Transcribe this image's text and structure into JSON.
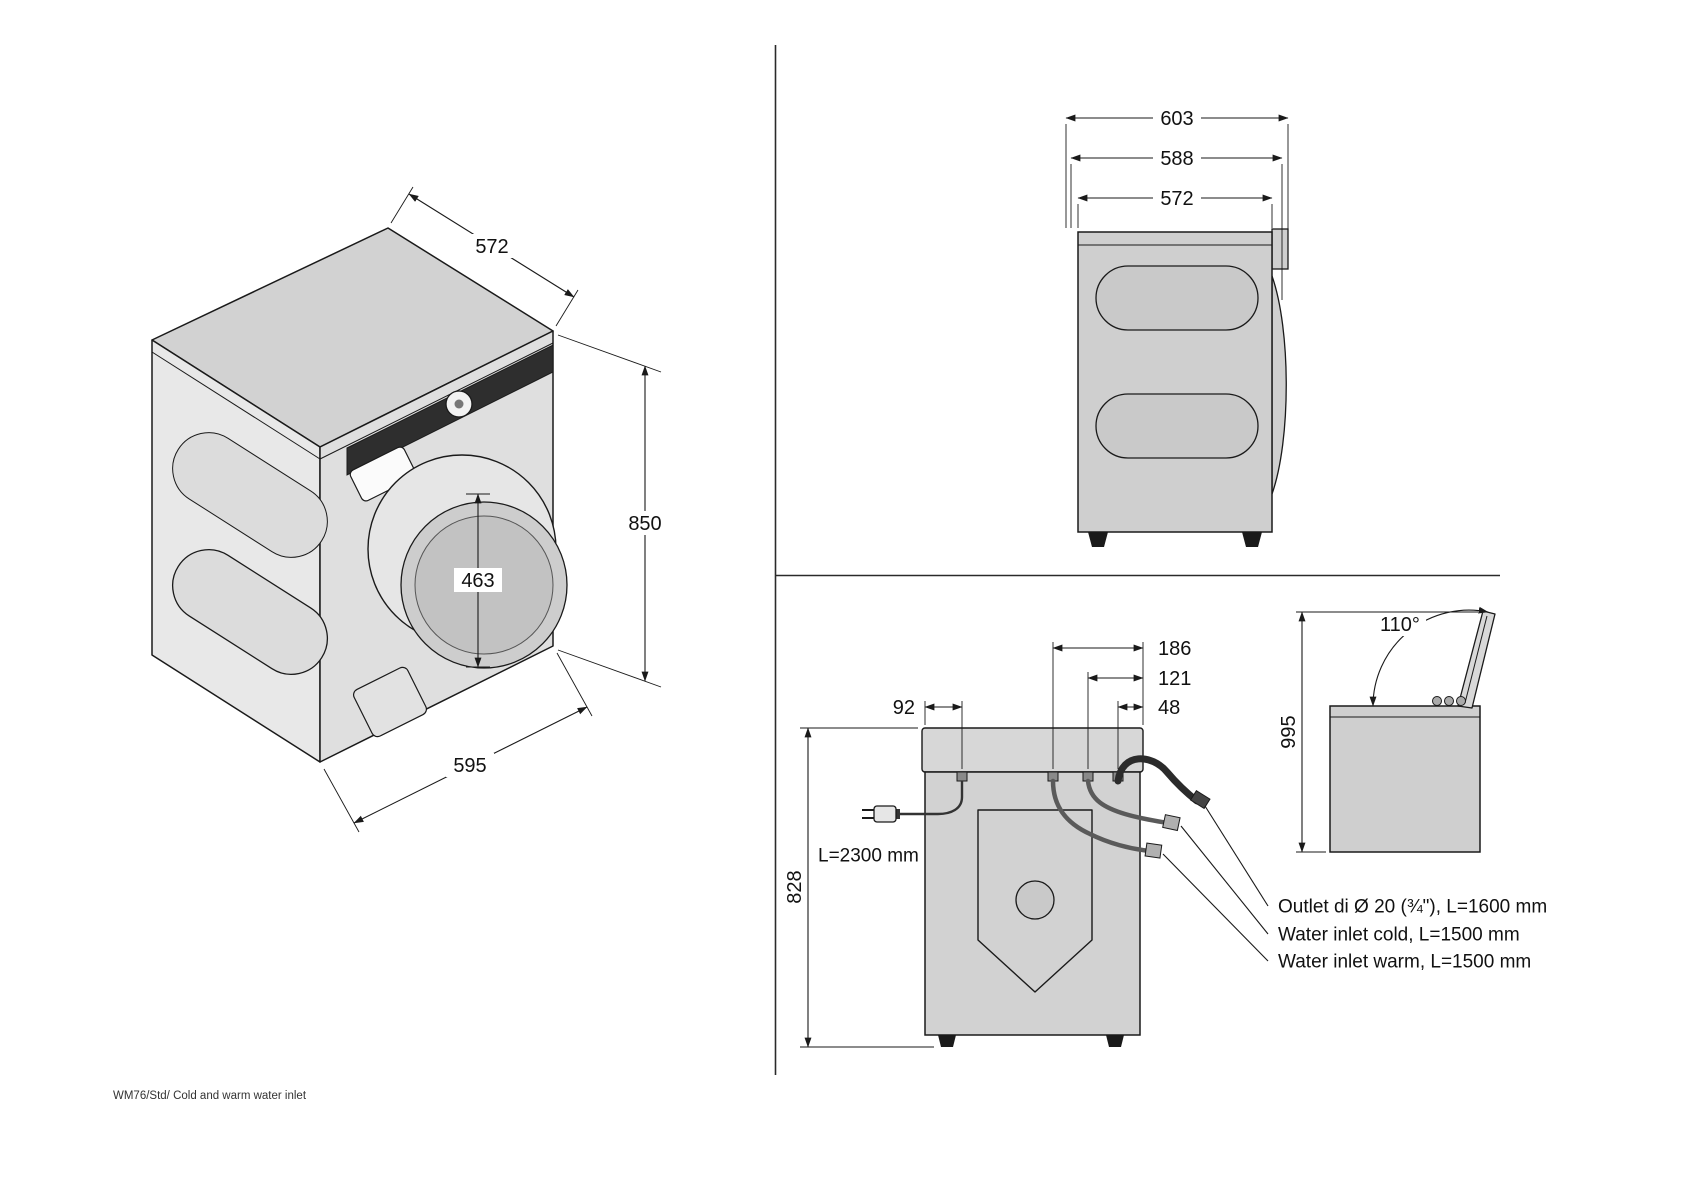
{
  "footer": {
    "text": "WM76/Std/ Cold and warm water inlet"
  },
  "iso_view": {
    "dim_top_depth": "572",
    "dim_height": "850",
    "dim_door_diameter": "463",
    "dim_width": "595"
  },
  "side_view": {
    "dim_depth_total": "603",
    "dim_depth_mid": "588",
    "dim_depth_body": "572"
  },
  "rear_view": {
    "dim_cable_offset": "92",
    "dim_hose_far": "186",
    "dim_hose_mid": "121",
    "dim_hose_near": "48",
    "dim_height": "828",
    "cable_label": "L=2300 mm",
    "callout_outlet": "Outlet di Ø 20 (¾\"), L=1600 mm",
    "callout_cold": "Water inlet cold, L=1500 mm",
    "callout_warm": "Water inlet warm, L=1500 mm"
  },
  "lid_view": {
    "dim_angle": "110°",
    "dim_open_height": "995"
  }
}
